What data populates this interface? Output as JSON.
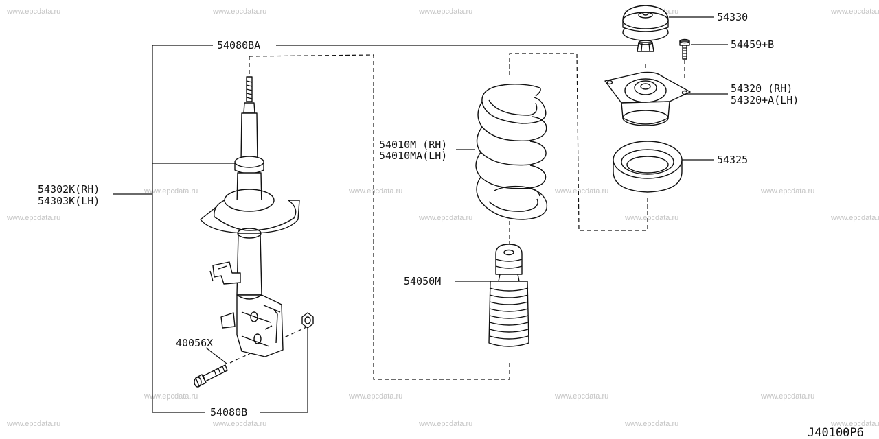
{
  "watermark": "www.epcdata.ru",
  "diagram_code": "J40100P6",
  "labels": {
    "upper_mount_cap": "54330",
    "mount_bolt": "54459+B",
    "mount_rh": "54320 (RH)",
    "mount_lh": "54320+A(LH)",
    "spring_seat": "54325",
    "strut_kit": "54080BA",
    "spring_rh": "54010M (RH)",
    "spring_lh": "54010MA(LH)",
    "strut_rh": "54302K(RH)",
    "strut_lh": "54303K(LH)",
    "bound_bumper": "54050M",
    "strut_bolt": "40056X",
    "strut_nut_kit": "54080B"
  }
}
